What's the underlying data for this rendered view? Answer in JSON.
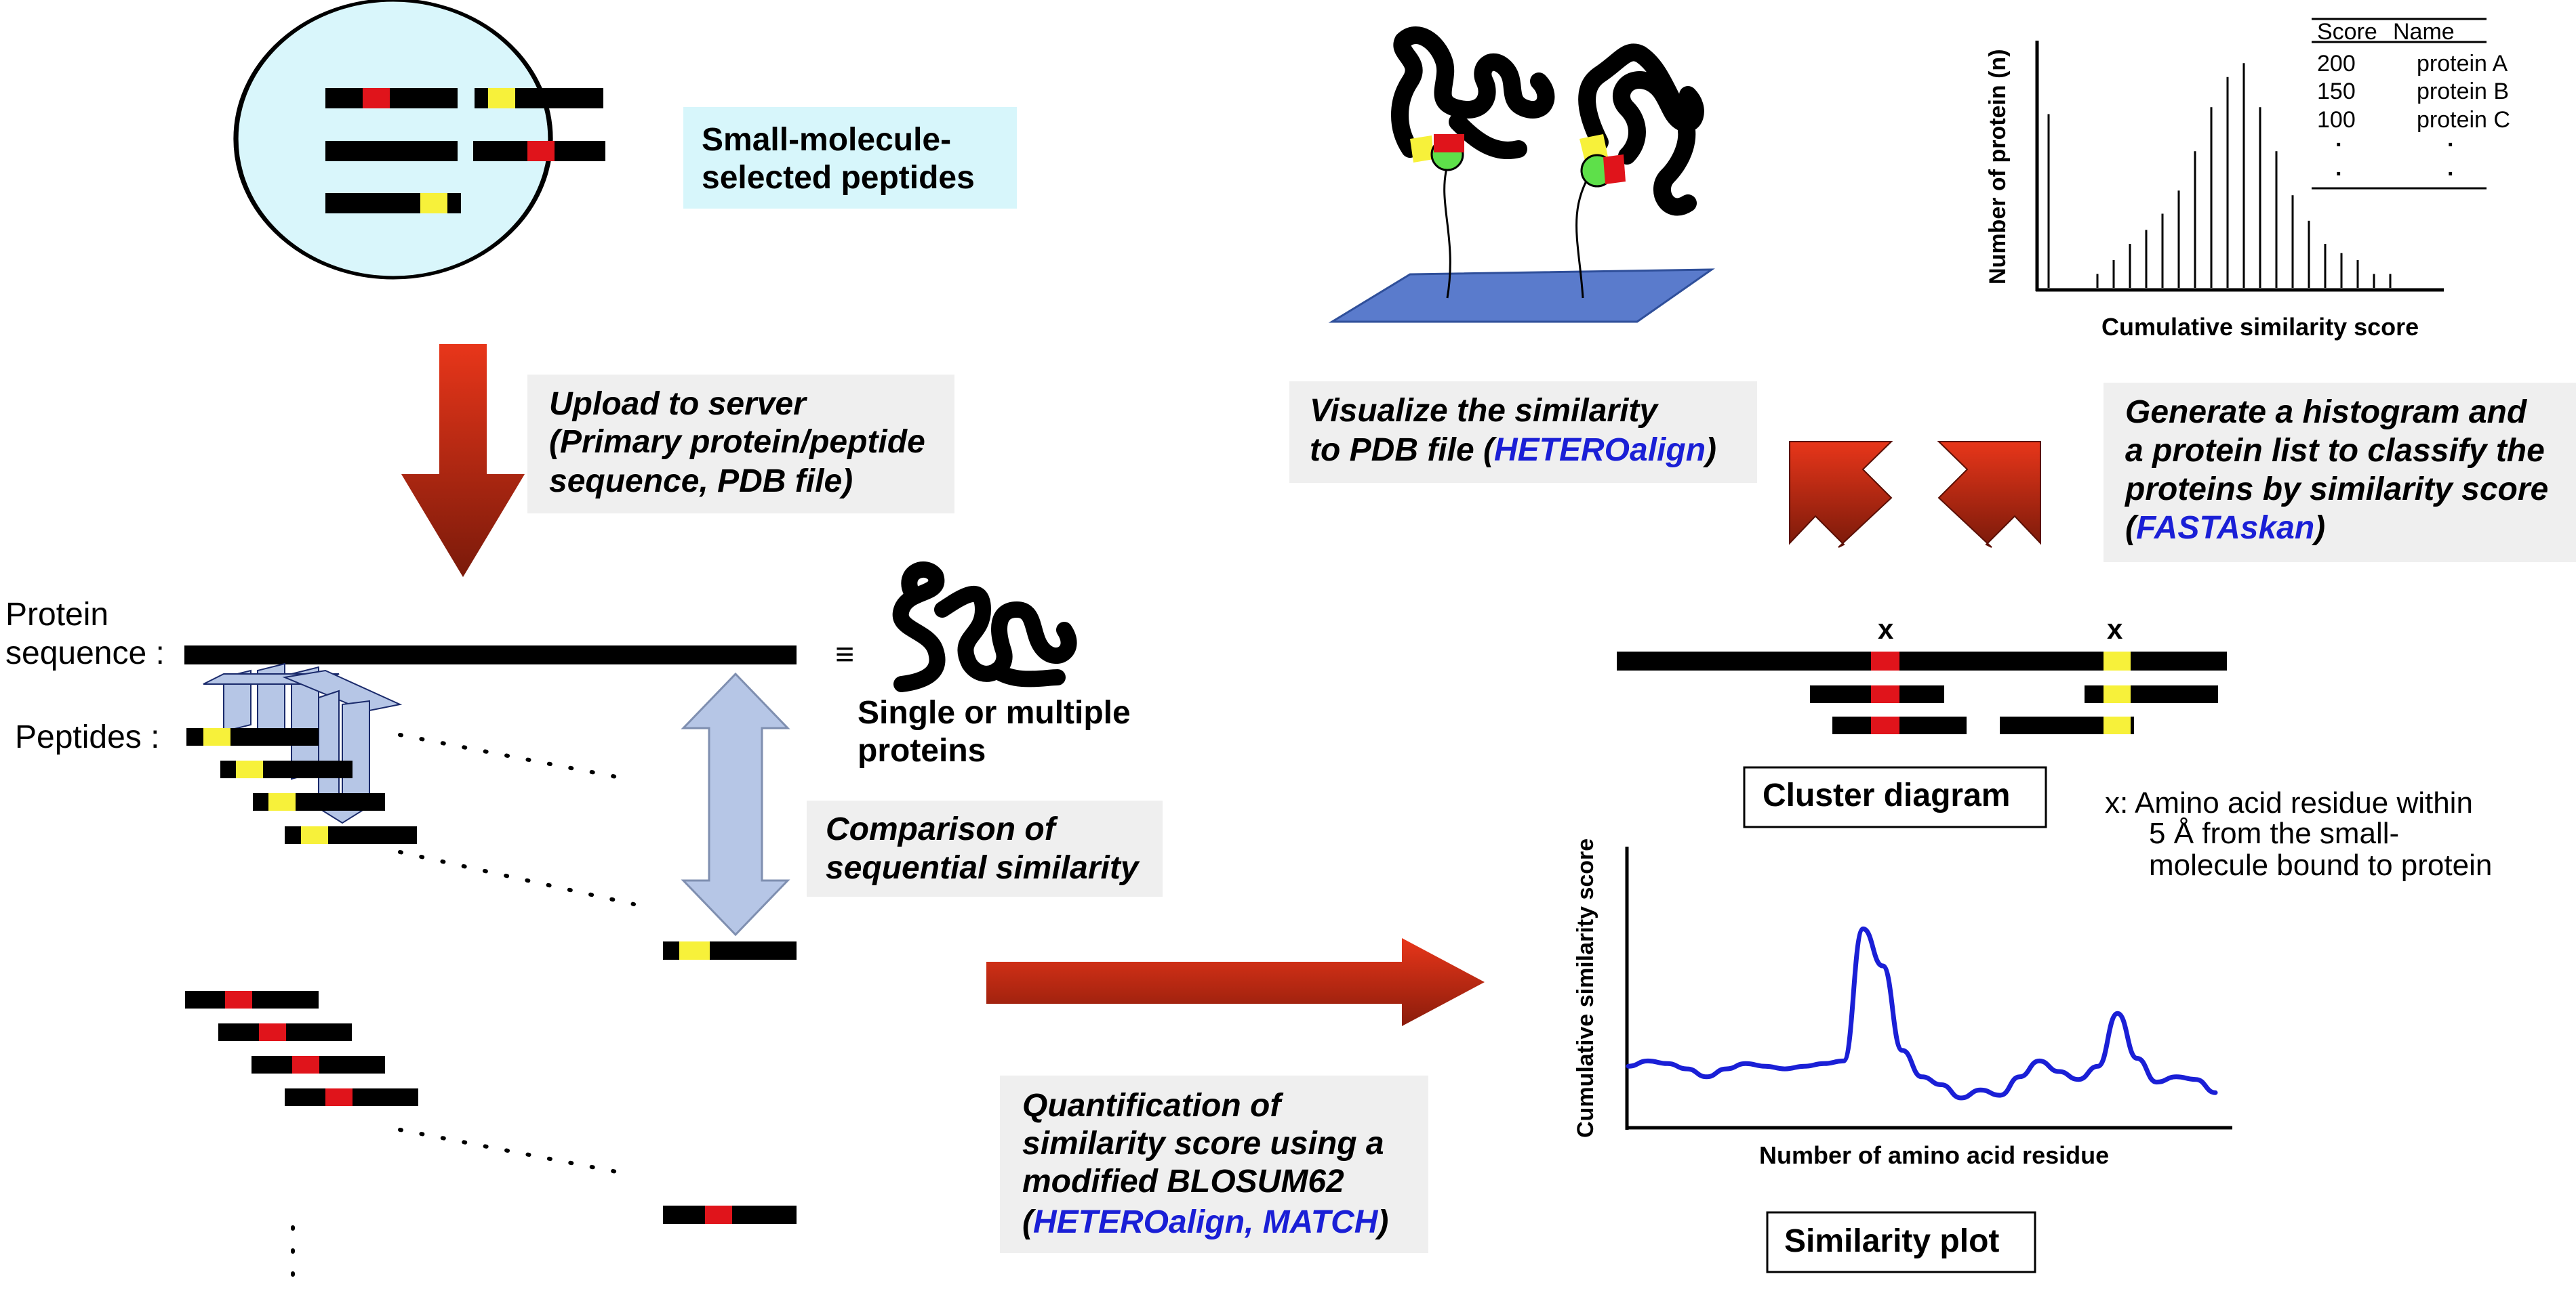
{
  "colors": {
    "bar": "#000000",
    "red_residue": "#e0141b",
    "yellow_residue": "#f7f13a",
    "ellipse_fill": "#d9f6fb",
    "cyan_box": "#d7f6fb",
    "gray_box": "#efefef",
    "arrow_light": "#b6c6e6",
    "plane": "#5a7bcc",
    "plot_line": "#1a1fd6",
    "link_blue": "#1a1fd6",
    "arrow_red_top": "#e8361a",
    "arrow_red_bottom": "#7a1a0a"
  },
  "captions": {
    "small_molecule_l1": "Small-molecule-",
    "small_molecule_l2": "selected peptides",
    "upload_l1": "Upload to server",
    "upload_l2": "(Primary protein/peptide",
    "upload_l3": " sequence, PDB file)",
    "protein_seq_l1": "Protein",
    "protein_seq_l2": "sequence :",
    "peptides": "Peptides :",
    "equiv": "≡",
    "single_multi_l1": "Single or multiple",
    "single_multi_l2": "proteins",
    "comparison_l1": "Comparison of",
    "comparison_l2": "sequential similarity",
    "quant_l1": "Quantification of",
    "quant_l2": "similarity score using a",
    "quant_l3": "modified BLOSUM62",
    "quant_l4_open": "(",
    "quant_l4_link": "HETEROalign, MATCH",
    "quant_l4_close": ")",
    "visualize_l1": "Visualize the similarity",
    "visualize_l2_pre": "to PDB file (",
    "visualize_l2_link": "HETEROalign",
    "visualize_l2_close": ")",
    "generate_l1": "Generate a histogram and",
    "generate_l2": "a protein list to classify the",
    "generate_l3": "proteins by similarity score",
    "generate_l4_open": "(",
    "generate_l4_link": "FASTAskan",
    "generate_l4_close": ")",
    "cluster_diagram": "Cluster diagram",
    "x_marker": "x",
    "x_note_l1": "x:  Amino acid residue within",
    "x_note_l2": "5 Å from the small-",
    "x_note_l3": "molecule bound to protein",
    "similarity_plot": "Similarity plot"
  },
  "histogram": {
    "ylabel": "Number of protein (n)",
    "xlabel": "Cumulative similarity score",
    "table_headers": [
      "Score",
      "Name"
    ],
    "table_rows": [
      [
        "200",
        "protein A"
      ],
      [
        "150",
        "protein B"
      ],
      [
        "100",
        "protein C"
      ],
      [
        "·",
        "·"
      ],
      [
        "·",
        "·"
      ]
    ],
    "bars": [
      0.75,
      0,
      0,
      0.06,
      0.12,
      0.19,
      0.25,
      0.32,
      0.42,
      0.59,
      0.78,
      0.91,
      0.97,
      0.78,
      0.59,
      0.4,
      0.29,
      0.19,
      0.15,
      0.12,
      0.06,
      0.06
    ]
  },
  "similarity_plot": {
    "ylabel": "Cumulative similarity score",
    "xlabel": "Number of amino acid residue",
    "values": [
      0.22,
      0.24,
      0.23,
      0.21,
      0.18,
      0.21,
      0.23,
      0.22,
      0.21,
      0.22,
      0.23,
      0.24,
      0.74,
      0.6,
      0.28,
      0.18,
      0.15,
      0.1,
      0.13,
      0.11,
      0.18,
      0.24,
      0.2,
      0.17,
      0.22,
      0.42,
      0.25,
      0.16,
      0.18,
      0.17,
      0.12
    ]
  }
}
